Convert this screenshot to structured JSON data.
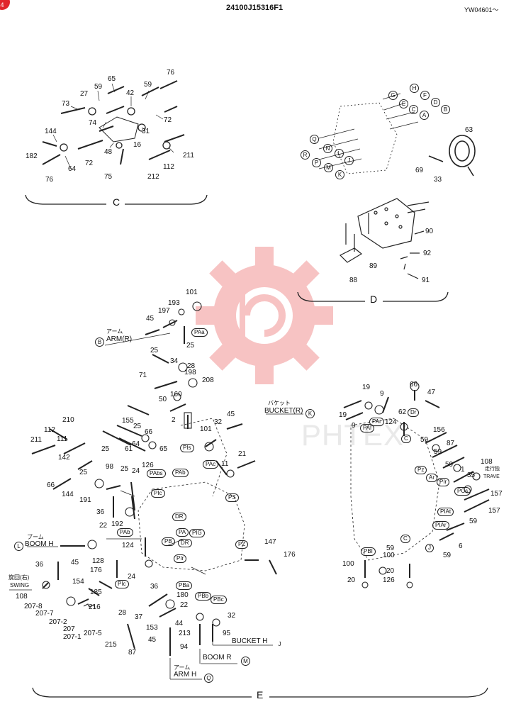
{
  "header": {
    "corner_mark": "4",
    "part_code": "24100J15316F1",
    "serial_range": "YW04601～"
  },
  "watermark": {
    "text": "PHTEX"
  },
  "sections": {
    "C": "C",
    "D": "D",
    "E": "E"
  },
  "labels": {
    "arm_r_jp": "アーム",
    "arm_r": "ARM(R)",
    "bucket_r_jp": "バケット",
    "bucket_r": "BUCKET(R)",
    "boom_h_jp": "ブーム",
    "boom_h": "BOOM H",
    "swing_jp": "旋回(右)",
    "swing": "SWING",
    "bucket_h": "BUCKET H",
    "boom_r": "BOOM R",
    "arm_h_jp": "アーム",
    "arm_h": "ARM H",
    "travel_jp": "走行独",
    "travel": "TRAVE"
  },
  "letters": {
    "B": "B",
    "K": "K",
    "L": "L",
    "M": "M",
    "Q": "Q",
    "J": "J",
    "G": "G",
    "H": "H",
    "E": "E",
    "F": "F",
    "D": "D",
    "C": "C",
    "A": "A",
    "N": "N",
    "P": "P",
    "R": "R"
  },
  "ports": {
    "PAa": "PAa",
    "PIs": "PIs",
    "PAc": "PAc",
    "PS": "PS",
    "PAb": "PAb",
    "PAbs": "PAbs",
    "PIc": "PIc",
    "DR1": "DR",
    "PA": "PA",
    "PIG": "PIG",
    "PB": "PB",
    "DR2": "DR",
    "PAb2": "PAb",
    "PZ": "PZ",
    "PIr": "PIr",
    "PBa": "PBa",
    "PBb": "PBb",
    "PBc": "PBc",
    "PAl": "PAl",
    "PAr": "PAr",
    "Dr": "Dr",
    "Ca": "C",
    "Pz": "Pz",
    "Ar": "Ar",
    "PIr2": "PIr",
    "PCs": "PCs",
    "PIAt": "PIAt",
    "PIAr": "PIAr",
    "Cb": "C",
    "Jb": "J",
    "PBI": "PBI"
  },
  "numbers": {
    "n76a": "76",
    "n65": "65",
    "n59a": "59",
    "n27": "27",
    "n42": "42",
    "n59b": "59",
    "n73": "73",
    "n72a": "72",
    "n74": "74",
    "n31": "31",
    "n144a": "144",
    "n182": "182",
    "n48": "48",
    "n16": "16",
    "n72b": "72",
    "n211a": "211",
    "n64a": "64",
    "n76b": "76",
    "n112a": "112",
    "n212": "212",
    "n75": "75",
    "n63": "63",
    "n69": "69",
    "n33": "33",
    "n90": "90",
    "n92": "92",
    "n89": "89",
    "n88": "88",
    "n91": "91",
    "n101a": "101",
    "n193": "193",
    "n197": "197",
    "n45a": "45",
    "n25a": "25",
    "n25b": "25",
    "n28": "28",
    "n34": "34",
    "n198": "198",
    "n71": "71",
    "n208": "208",
    "n160": "160",
    "n50": "50",
    "n155": "155",
    "n25c": "25",
    "n66a": "66",
    "n2": "2",
    "n45b": "45",
    "n32a": "32",
    "n101b": "101",
    "n21": "21",
    "n11": "11",
    "n210": "210",
    "n112b": "112",
    "n111": "111",
    "n211b": "211",
    "n142": "142",
    "n25d": "25",
    "n61": "61",
    "n65b": "65",
    "n64b": "64",
    "n126a": "126",
    "n98": "98",
    "n25e": "25",
    "n24a": "24",
    "n66b": "66",
    "n144b": "144",
    "n191": "191",
    "n36a": "36",
    "n22a": "22",
    "n192": "192",
    "n124a": "124",
    "n45c": "45",
    "n36b": "36",
    "n128": "128",
    "n176a": "176",
    "n24b": "24",
    "n108a": "108",
    "n154": "154",
    "n185": "185",
    "n216": "216",
    "n28b": "28",
    "n207_8": "207-8",
    "n207_7": "207-7",
    "n207_2": "207-2",
    "n207": "207",
    "n207_1": "207-1",
    "n207_5": "207-5",
    "n215": "215",
    "n87a": "87",
    "n36c": "36",
    "n180": "180",
    "n22b": "22",
    "n32b": "32",
    "n37": "37",
    "n44": "44",
    "n153": "153",
    "n213": "213",
    "n95": "95",
    "n45d": "45",
    "n94": "94",
    "n147": "147",
    "n176b": "176",
    "n19a": "19",
    "n9a": "9",
    "n66c": "66",
    "n47": "47",
    "n19b": "19",
    "n62": "62",
    "n9b": "9",
    "n124b": "124",
    "n156": "156",
    "n59c": "59",
    "n87b": "87",
    "n59d": "59",
    "n59e": "59",
    "n1": "1",
    "n108b": "108",
    "n35": "35",
    "n157a": "157",
    "n157b": "157",
    "n59f": "59",
    "n6": "6",
    "n59g": "59",
    "n59h": "59",
    "n100a": "100",
    "n100b": "100",
    "n20a": "20",
    "n20b": "20",
    "n126b": "126"
  }
}
